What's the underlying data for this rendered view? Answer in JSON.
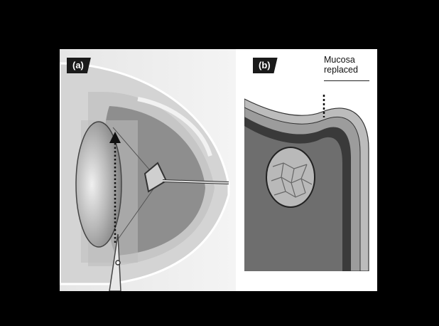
{
  "panels": {
    "a": {
      "label": "(a)"
    },
    "b": {
      "label": "(b)"
    }
  },
  "annotations": {
    "mucosa_line1": "Mucosa",
    "mucosa_line2": "replaced"
  },
  "colors": {
    "background": "#000000",
    "card": "#ffffff",
    "tissue_light": "#d9d9d9",
    "tissue_mid": "#9a9a9a",
    "tissue_dark": "#555555",
    "tag": "#1a1a1a"
  },
  "icons": [
    "scissors-icon",
    "dotted-arrow-icon",
    "retractor-icon",
    "stone-icon"
  ]
}
